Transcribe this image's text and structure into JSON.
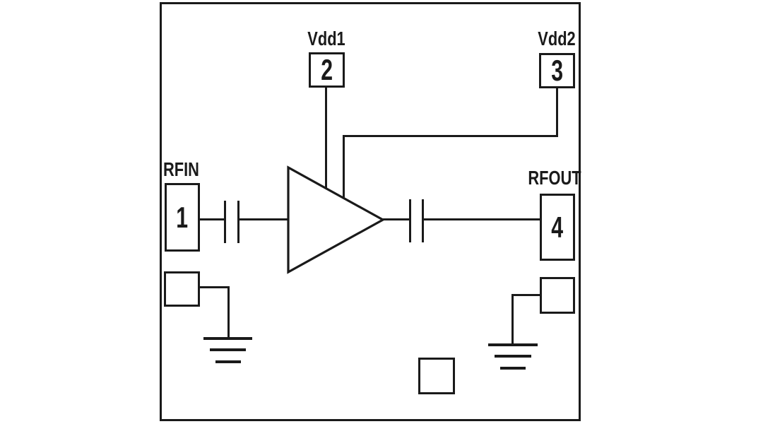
{
  "colors": {
    "ink": "#1a1a1a",
    "background": "#ffffff"
  },
  "schematic": {
    "pads": {
      "rfin": {
        "label": "RFIN",
        "pin": "1"
      },
      "vdd1": {
        "label": "Vdd1",
        "pin": "2"
      },
      "vdd2": {
        "label": "Vdd2",
        "pin": "3"
      },
      "rfout": {
        "label": "RFOUT",
        "pin": "4"
      }
    },
    "icons": {
      "amplifier": "amplifier-triangle-icon",
      "input_capacitor": "capacitor-icon",
      "output_capacitor": "capacitor-icon",
      "ground_left": "ground-icon",
      "ground_right": "ground-icon"
    }
  }
}
